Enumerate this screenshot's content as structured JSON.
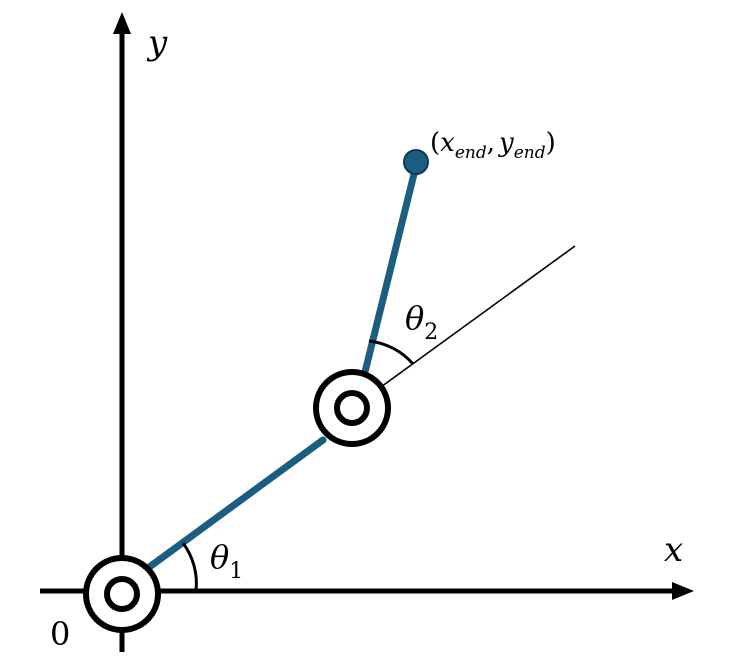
{
  "labels": {
    "y_axis": "y",
    "x_axis": "x",
    "origin": "0",
    "theta1_symbol": "θ",
    "theta1_sub": "1",
    "theta2_symbol": "θ",
    "theta2_sub": "2",
    "end_open": "(",
    "end_x": "x",
    "end_x_sub": "end",
    "end_comma": ",",
    "end_y": "y",
    "end_y_sub": "end",
    "end_close": ")"
  },
  "colors": {
    "link": "#1b5e82",
    "axis": "#000000",
    "end_effector": "#1b5e82"
  }
}
